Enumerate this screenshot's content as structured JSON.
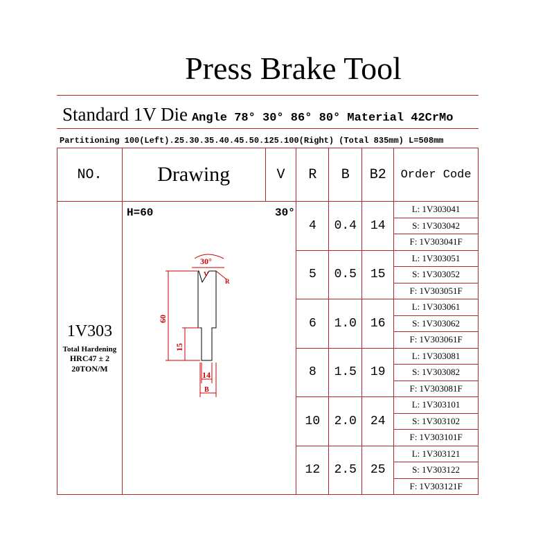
{
  "title": "Press Brake Tool",
  "subtitle": {
    "main": "Standard 1V Die",
    "detail": "Angle 78° 30° 86° 80° Material 42CrMo"
  },
  "partitioning": "Partitioning 100(Left).25.30.35.40.45.50.125.100(Right) (Total 835mm) L=508mm",
  "headers": {
    "no": "NO.",
    "drawing": "Drawing",
    "v": "V",
    "r": "R",
    "b": "B",
    "b2": "B2",
    "order": "Order Code"
  },
  "model": {
    "no": "1V303",
    "hardening": "Total Hardening",
    "hrc": "HRC47 ± 2",
    "ton": "20TON/M"
  },
  "drawing": {
    "h": "H=60",
    "angle": "30°",
    "dim_angle": "30°",
    "dim_v": "V",
    "dim_r": "R",
    "dim_h": "60",
    "dim_15": "15",
    "dim_14": "14",
    "dim_b": "B"
  },
  "rows": [
    {
      "r": "4",
      "b": "0.4",
      "b2": "14",
      "codes": [
        "L: 1V303041",
        "S: 1V303042",
        "F: 1V303041F"
      ]
    },
    {
      "r": "5",
      "b": "0.5",
      "b2": "15",
      "codes": [
        "L: 1V303051",
        "S: 1V303052",
        "F: 1V303051F"
      ]
    },
    {
      "r": "6",
      "b": "1.0",
      "b2": "16",
      "codes": [
        "L: 1V303061",
        "S: 1V303062",
        "F: 1V303061F"
      ]
    },
    {
      "r": "8",
      "b": "1.5",
      "b2": "19",
      "codes": [
        "L: 1V303081",
        "S: 1V303082",
        "F: 1V303081F"
      ]
    },
    {
      "r": "10",
      "b": "2.0",
      "b2": "24",
      "codes": [
        "L: 1V303101",
        "S: 1V303102",
        "F: 1V303101F"
      ]
    },
    {
      "r": "12",
      "b": "2.5",
      "b2": "25",
      "codes": [
        "L: 1V303121",
        "S: 1V303122",
        "F: 1V303121F"
      ]
    }
  ]
}
